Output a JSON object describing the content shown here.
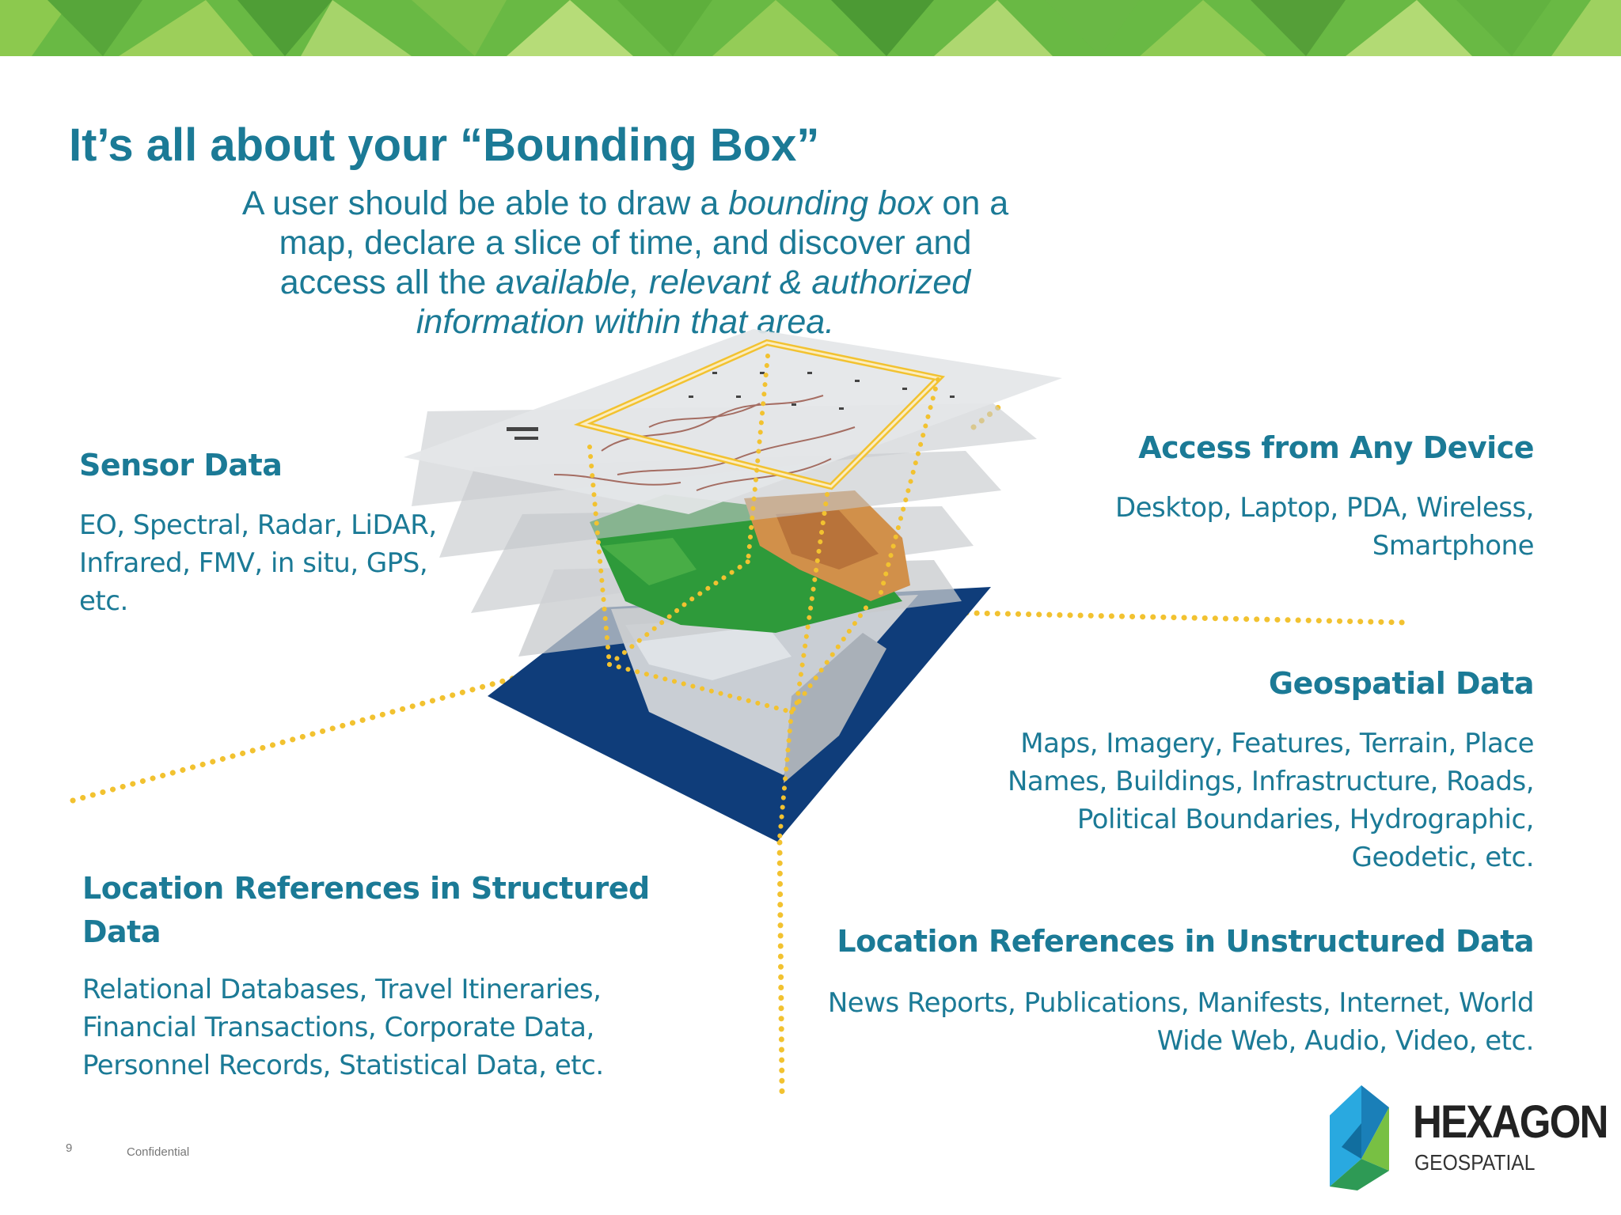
{
  "slide": {
    "title": "It’s all about your “Bounding Box”",
    "subtitle": {
      "p1": "A user should be able to draw a ",
      "p2": "bounding box",
      "p3": " on a map, declare a slice of time, and discover and access all the ",
      "p4": "available, relevant & authorized information within that area."
    },
    "page_number": "9",
    "confidential": "Confidential"
  },
  "sections": {
    "sensor": {
      "title": "Sensor Data",
      "lines": [
        "EO, Spectral, Radar, LiDAR,",
        "Infrared, FMV, in situ, GPS,",
        "etc."
      ]
    },
    "access": {
      "title": "Access from Any Device",
      "lines": [
        "Desktop, Laptop, PDA, Wireless,",
        "Smartphone"
      ]
    },
    "geospatial": {
      "title": "Geospatial Data",
      "lines": [
        "Maps, Imagery, Features, Terrain, Place",
        "Names, Buildings, Infrastructure, Roads,",
        "Political Boundaries, Hydrographic,",
        "Geodetic, etc."
      ]
    },
    "structured": {
      "title_lines": [
        "Location References in Structured",
        "Data"
      ],
      "lines": [
        "Relational Databases, Travel Itineraries,",
        "Financial Transactions, Corporate Data,",
        "Personnel Records, Statistical Data, etc."
      ]
    },
    "unstructured": {
      "title": "Location References in Unstructured Data",
      "lines": [
        "News Reports, Publications, Manifests, Internet, World",
        "Wide Web, Audio, Video, etc."
      ]
    }
  },
  "logo": {
    "name": "HEXAGON",
    "sub": "GEOSPATIAL"
  },
  "colors": {
    "accent": "#1b7a96",
    "bounding_box": "#f2c230",
    "banner_green": "#6cbd45",
    "ocean": "#0f3d7a"
  }
}
